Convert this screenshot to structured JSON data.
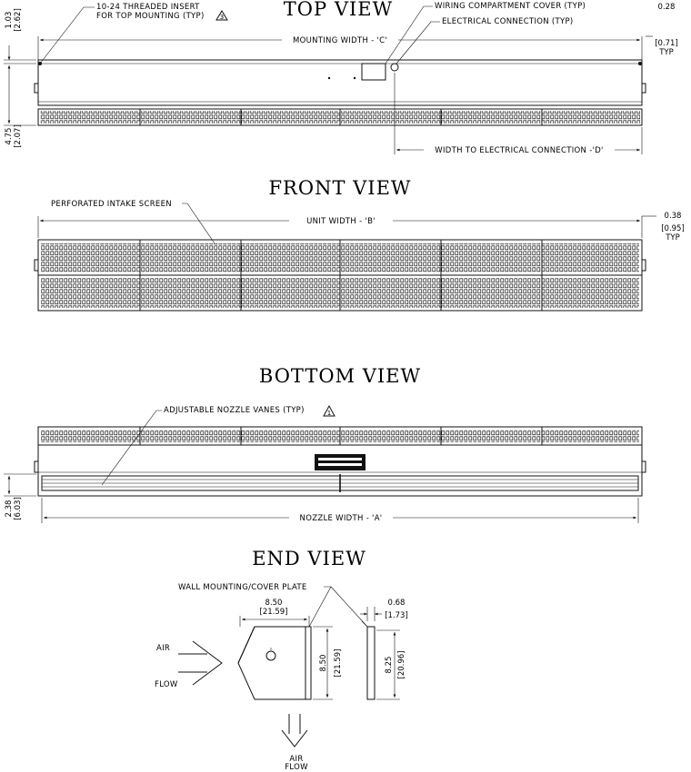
{
  "views": {
    "top": "TOP VIEW",
    "front": "FRONT VIEW",
    "bottom": "BOTTOM VIEW",
    "end": "END VIEW"
  },
  "top_view": {
    "insert_line1": "10-24 THREADED INSERT",
    "insert_line2": "FOR TOP MOUNTING (TYP)",
    "insert_note": "3",
    "wiring_cover": "WIRING COMPARTMENT COVER (TYP)",
    "electrical_connection": "ELECTRICAL CONNECTION (TYP)",
    "mounting_width": "MOUNTING WIDTH - 'C'",
    "width_to_electrical": "WIDTH TO ELECTRICAL CONNECTION -'D'",
    "dim_103": "1.03",
    "dim_103_mm": "[2.62]",
    "dim_475": "4.75",
    "dim_475_mm": "[2.07]",
    "dim_028": "0.28",
    "dim_028_mm": "[0.71]",
    "typ": "TYP"
  },
  "front_view": {
    "screen": "PERFORATED INTAKE SCREEN",
    "unit_width": "UNIT WIDTH - 'B'",
    "dim_038": "0.38",
    "dim_038_mm": "[0.95]",
    "typ": "TYP"
  },
  "bottom_view": {
    "vanes": "ADJUSTABLE NOZZLE VANES (TYP)",
    "vanes_note": "1",
    "nozzle_width": "NOZZLE WIDTH - 'A'",
    "dim_238": "2.38",
    "dim_238_mm": "[6.03]"
  },
  "end_view": {
    "plate": "WALL MOUNTING/COVER PLATE",
    "dim_850_w": "8.50",
    "dim_850_w_mm": "[21.59]",
    "dim_068": "0.68",
    "dim_068_mm": "[1.73]",
    "dim_850_h": "8.50",
    "dim_850_h_mm": "[21.59]",
    "dim_825": "8.25",
    "dim_825_mm": "[20.96]",
    "air_in": "AIR",
    "flow_in": "FLOW",
    "air_out": "AIR",
    "flow_out": "FLOW"
  }
}
